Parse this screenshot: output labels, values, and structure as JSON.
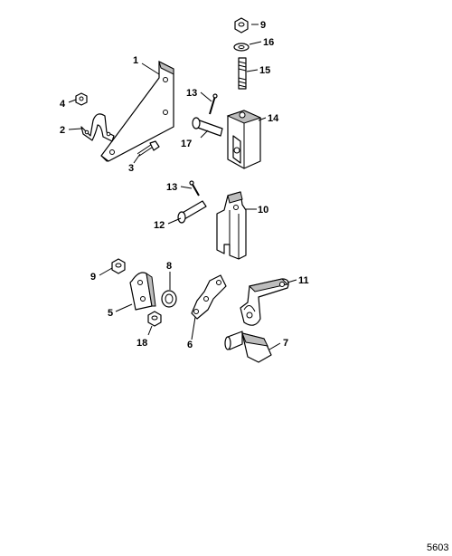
{
  "figure_number": "5603",
  "callouts": [
    {
      "id": "c1",
      "text": "1"
    },
    {
      "id": "c2",
      "text": "2"
    },
    {
      "id": "c3",
      "text": "3"
    },
    {
      "id": "c4",
      "text": "4"
    },
    {
      "id": "c5",
      "text": "5"
    },
    {
      "id": "c6",
      "text": "6"
    },
    {
      "id": "c7",
      "text": "7"
    },
    {
      "id": "c8",
      "text": "8"
    },
    {
      "id": "c9a",
      "text": "9"
    },
    {
      "id": "c9b",
      "text": "9"
    },
    {
      "id": "c10",
      "text": "10"
    },
    {
      "id": "c11",
      "text": "11"
    },
    {
      "id": "c12",
      "text": "12"
    },
    {
      "id": "c13a",
      "text": "13"
    },
    {
      "id": "c13b",
      "text": "13"
    },
    {
      "id": "c14",
      "text": "14"
    },
    {
      "id": "c15",
      "text": "15"
    },
    {
      "id": "c16",
      "text": "16"
    },
    {
      "id": "c17",
      "text": "17"
    },
    {
      "id": "c18",
      "text": "18"
    }
  ]
}
